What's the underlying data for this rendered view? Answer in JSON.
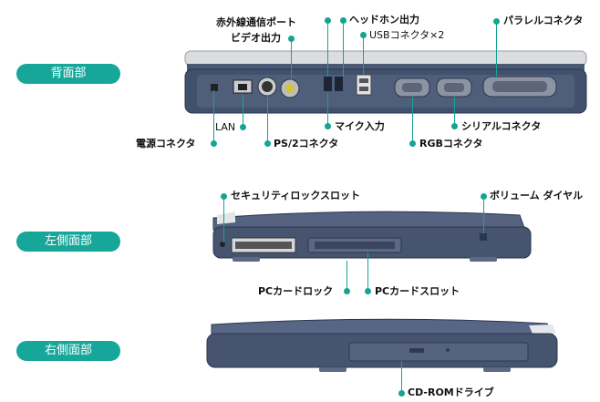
{
  "sections": {
    "back": "背面部",
    "left": "左側面部",
    "right": "右側面部"
  },
  "back_labels": {
    "infrared": "赤外線通信ポート",
    "video_out": "ビデオ出力",
    "headphone": "ヘッドホン出力",
    "usb": "USBコネクタ×2",
    "parallel": "パラレルコネクタ",
    "lan": "LAN",
    "power": "電源コネクタ",
    "ps2": "PS/2コネクタ",
    "mic": "マイク入力",
    "serial": "シリアルコネクタ",
    "rgb": "RGBコネクタ"
  },
  "left_labels": {
    "security": "セキュリティロックスロット",
    "volume": "ボリューム ダイヤル",
    "pc_lock": "PCカードロック",
    "pc_slot": "PCカードスロット"
  },
  "right_labels": {
    "cdrom": "CD-ROMドライブ"
  },
  "colors": {
    "accent": "#16a79a",
    "body": "#3f4f6e",
    "lid": "#d9dbdf"
  }
}
